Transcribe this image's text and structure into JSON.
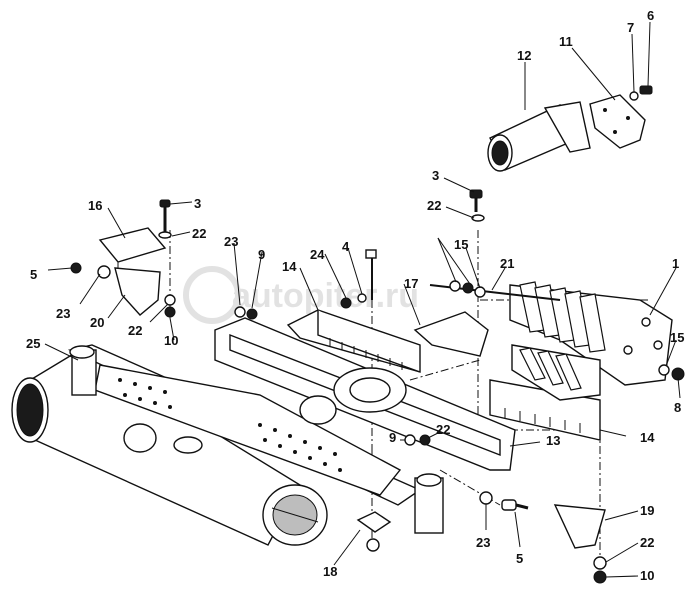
{
  "watermark": {
    "text": "autopiter.ru"
  },
  "callouts": {
    "c1": "1",
    "c3a": "3",
    "c3b": "3",
    "c4": "4",
    "c5a": "5",
    "c5b": "5",
    "c6": "6",
    "c7": "7",
    "c8": "8",
    "c9a": "9",
    "c9b": "9",
    "c10a": "10",
    "c10b": "10",
    "c11": "11",
    "c12": "12",
    "c13": "13",
    "c14a": "14",
    "c14b": "14",
    "c15a": "15",
    "c15b": "15",
    "c16": "16",
    "c17": "17",
    "c18": "18",
    "c19": "19",
    "c20": "20",
    "c21": "21",
    "c22a": "22",
    "c22b": "22",
    "c22c": "22",
    "c22d": "22",
    "c22e": "22",
    "c23a": "23",
    "c23b": "23",
    "c23c": "23",
    "c24": "24",
    "c25": "25"
  }
}
